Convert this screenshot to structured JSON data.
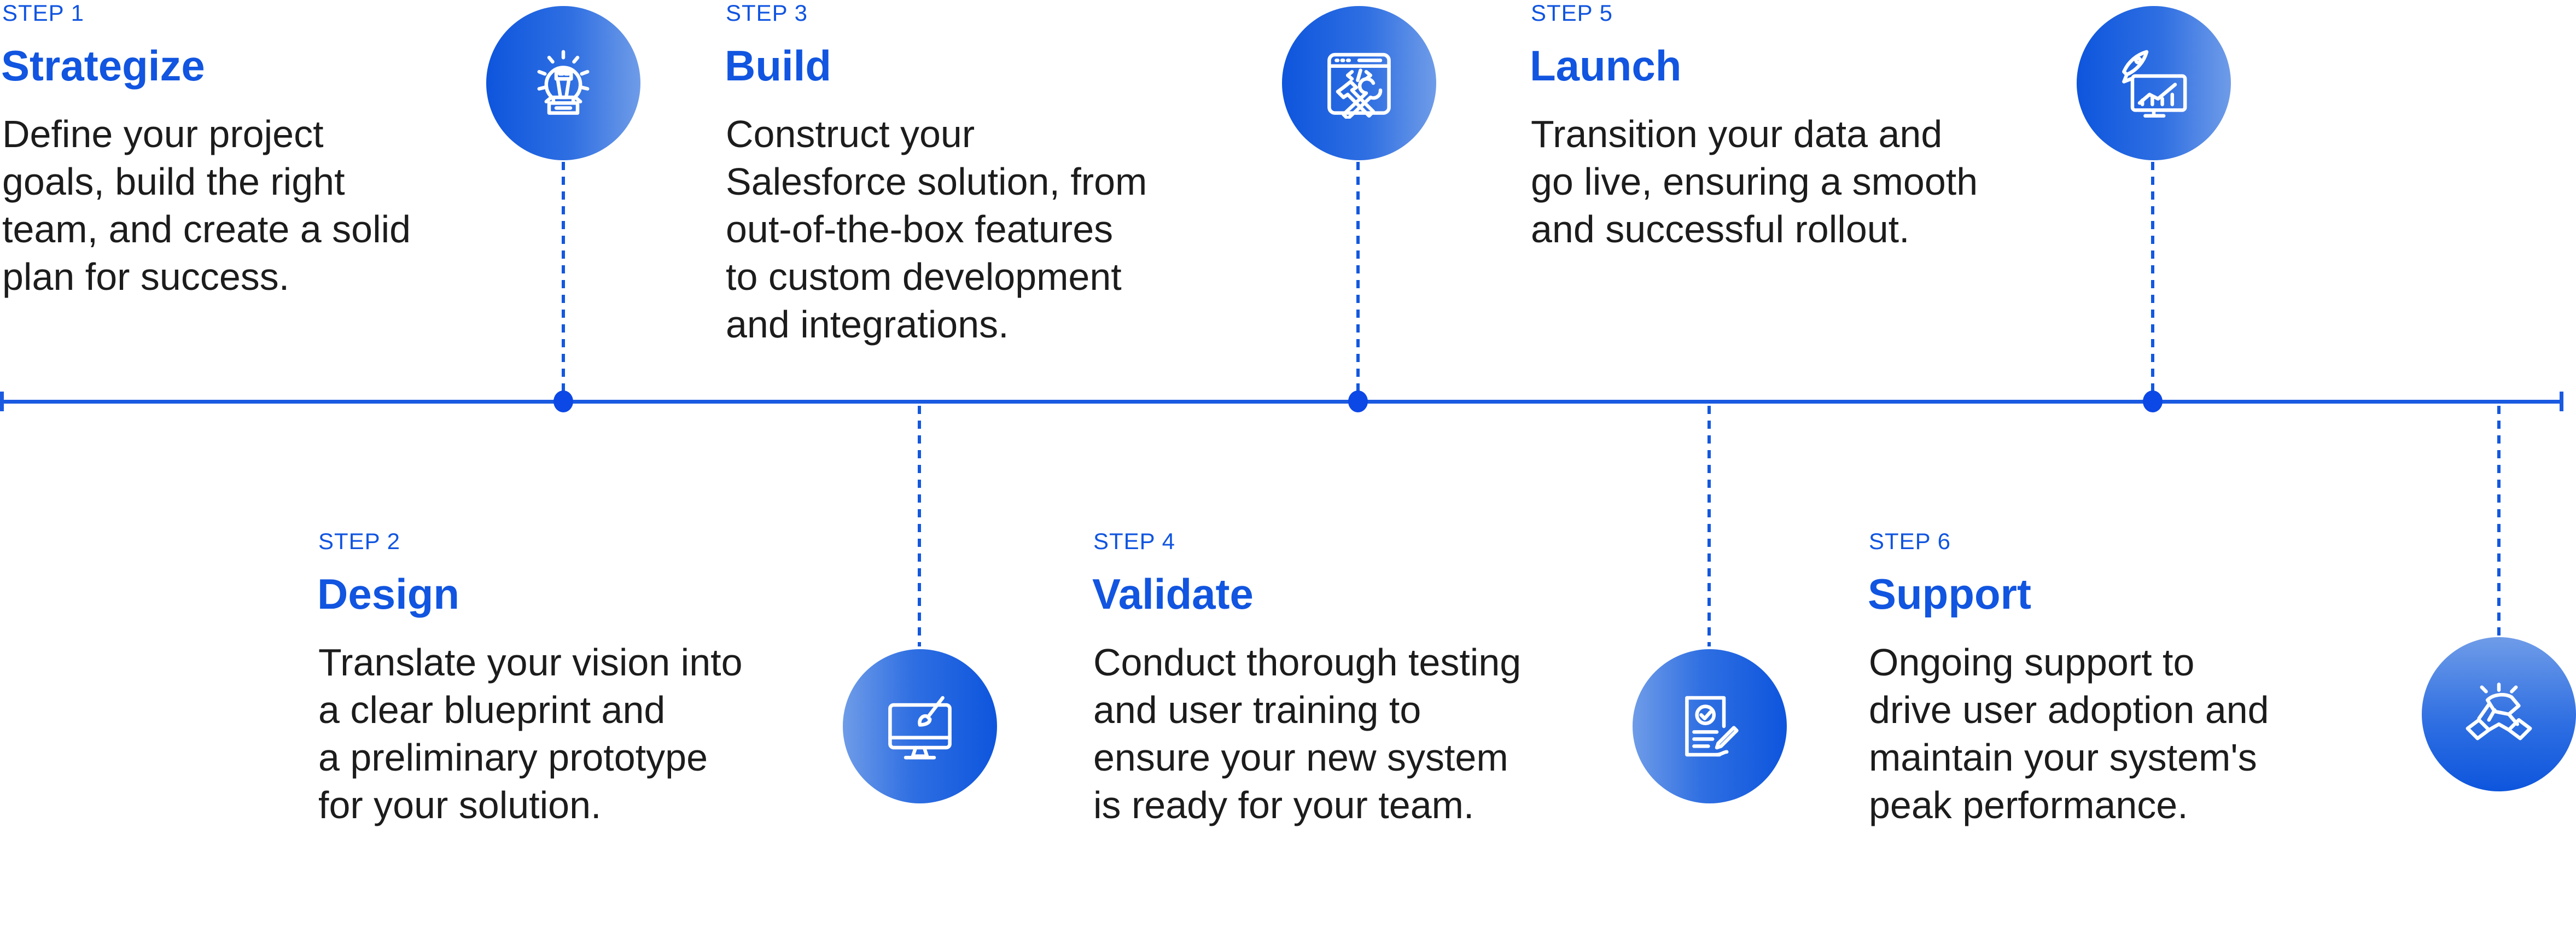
{
  "colors": {
    "accent": "#1155e0",
    "text": "#1c1c1c",
    "circle_dark": "#0d55dd",
    "circle_light": "#6f9ce8"
  },
  "steps": [
    {
      "label": "STEP 1",
      "title": "Strategize",
      "icon": "strategy-chess-gear-icon",
      "body": [
        "Define your project",
        "goals, build the right",
        "team, and create a solid",
        "plan for success."
      ]
    },
    {
      "label": "STEP 2",
      "title": "Design",
      "icon": "monitor-paintbrush-icon",
      "body": [
        "Translate your vision into",
        "a clear blueprint and",
        "a preliminary prototype",
        "for your solution."
      ]
    },
    {
      "label": "STEP 3",
      "title": "Build",
      "icon": "code-window-tools-icon",
      "body": [
        "Construct your",
        "Salesforce solution, from",
        "out-of-the-box features",
        "to custom development",
        "and integrations."
      ]
    },
    {
      "label": "STEP 4",
      "title": "Validate",
      "icon": "document-checkmark-icon",
      "body": [
        "Conduct thorough testing",
        "and user training to",
        "ensure your new system",
        "is ready for your team."
      ]
    },
    {
      "label": "STEP 5",
      "title": "Launch",
      "icon": "rocket-chart-monitor-icon",
      "body": [
        "Transition your data and",
        "go live, ensuring a smooth",
        "and successful rollout."
      ]
    },
    {
      "label": "STEP 6",
      "title": "Support",
      "icon": "handshake-icon",
      "body": [
        "Ongoing support to",
        "drive user adoption and",
        "maintain your system's",
        "peak performance."
      ]
    }
  ]
}
